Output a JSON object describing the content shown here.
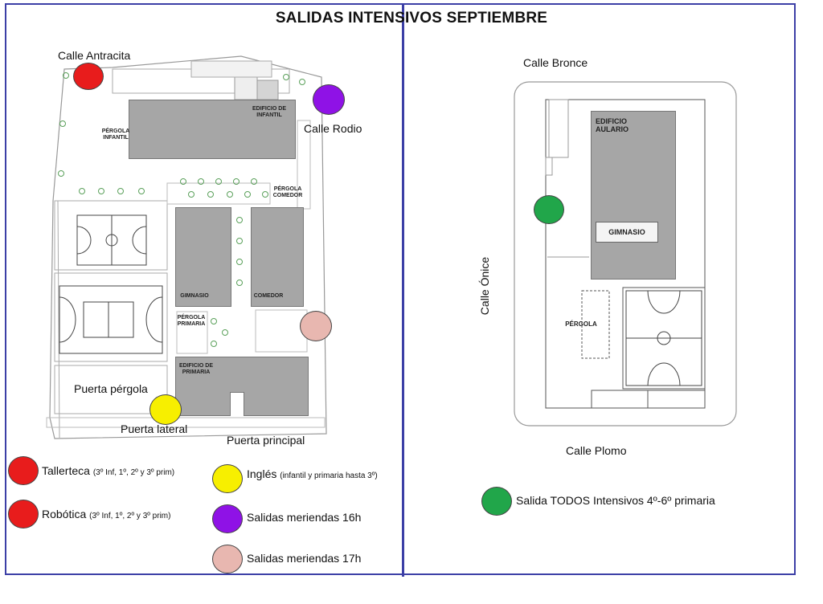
{
  "title": "SALIDAS INTENSIVOS SEPTIEMBRE",
  "left_map": {
    "streets": {
      "antracita": "Calle Antracita",
      "rodio": "Calle Rodio"
    },
    "labels": {
      "pergola_infantil_1": "PÉRGOLA",
      "pergola_infantil_2": "INFANTIL",
      "edificio_infantil_1": "EDIFICIO DE",
      "edificio_infantil_2": "INFANTIL",
      "pergola_comedor_1": "PÉRGOLA",
      "pergola_comedor_2": "COMEDOR",
      "gimnasio": "GIMNASIO",
      "comedor": "COMEDOR",
      "pergola_primaria_1": "PÉRGOLA",
      "pergola_primaria_2": "PRIMARIA",
      "edificio_primaria_1": "EDIFICIO DE",
      "edificio_primaria_2": "PRIMARIA",
      "puerta_pergola": "Puerta pérgola",
      "puerta_lateral": "Puerta lateral",
      "puerta_principal": "Puerta principal"
    }
  },
  "right_map": {
    "streets": {
      "bronce": "Calle Bronce",
      "onice": "Calle Ónice",
      "plomo": "Calle Plomo"
    },
    "labels": {
      "edificio_aulario_1": "EDIFICIO",
      "edificio_aulario_2": "AULARIO",
      "gimnasio": "GIMNASIO",
      "pergola": "PÉRGOLA"
    }
  },
  "legend": {
    "tallerteca": {
      "label": "Tallerteca",
      "detail": "(3º Inf, 1º, 2º y 3º prim)",
      "color": "#e81c1c"
    },
    "robotica": {
      "label": "Robótica",
      "detail": "(3º Inf, 1º, 2º y 3º prim)",
      "color": "#e81c1c"
    },
    "ingles": {
      "label": "Inglés",
      "detail": "(infantil y primaria hasta 3º)",
      "color": "#f7ef00"
    },
    "meriendas16": {
      "label": "Salidas meriendas 16h",
      "color": "#8f12e6"
    },
    "meriendas17": {
      "label": "Salidas meriendas 17h",
      "color": "#e8b7b0"
    },
    "todos": {
      "label": "Salida TODOS Intensivos 4º-6º primaria",
      "color": "#21a64a"
    }
  }
}
